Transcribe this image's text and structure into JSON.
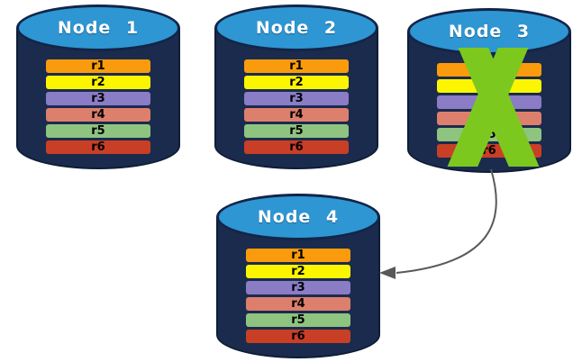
{
  "nodes": [
    {
      "label": "Node 1",
      "failed": false,
      "replicas": [
        "r1",
        "r2",
        "r3",
        "r4",
        "r5",
        "r6"
      ]
    },
    {
      "label": "Node 2",
      "failed": false,
      "replicas": [
        "r1",
        "r2",
        "r3",
        "r4",
        "r5",
        "r6"
      ]
    },
    {
      "label": "Node 3",
      "failed": true,
      "replicas": [
        "r1",
        "r2",
        "r3",
        "r4",
        "r5",
        "r6"
      ]
    },
    {
      "label": "Node 4",
      "failed": false,
      "replicas": [
        "r1",
        "r2",
        "r3",
        "r4",
        "r5",
        "r6"
      ]
    }
  ],
  "replica_colors": [
    "#F99B0C",
    "#FCF500",
    "#8A7CC5",
    "#DD7F6D",
    "#8EC380",
    "#C93F26"
  ],
  "colors": {
    "cylinder_body": "#1B2B4D",
    "cylinder_outline": "#0E1D37",
    "cylinder_top_fill": "#2E96D3",
    "cylinder_top_rim": "#122548",
    "node_title_text": "#FFFFFF",
    "replica_label_text": "#000000",
    "failure_x": "#7DC81E",
    "arrow": "#595959",
    "background": "#FFFFFF"
  }
}
